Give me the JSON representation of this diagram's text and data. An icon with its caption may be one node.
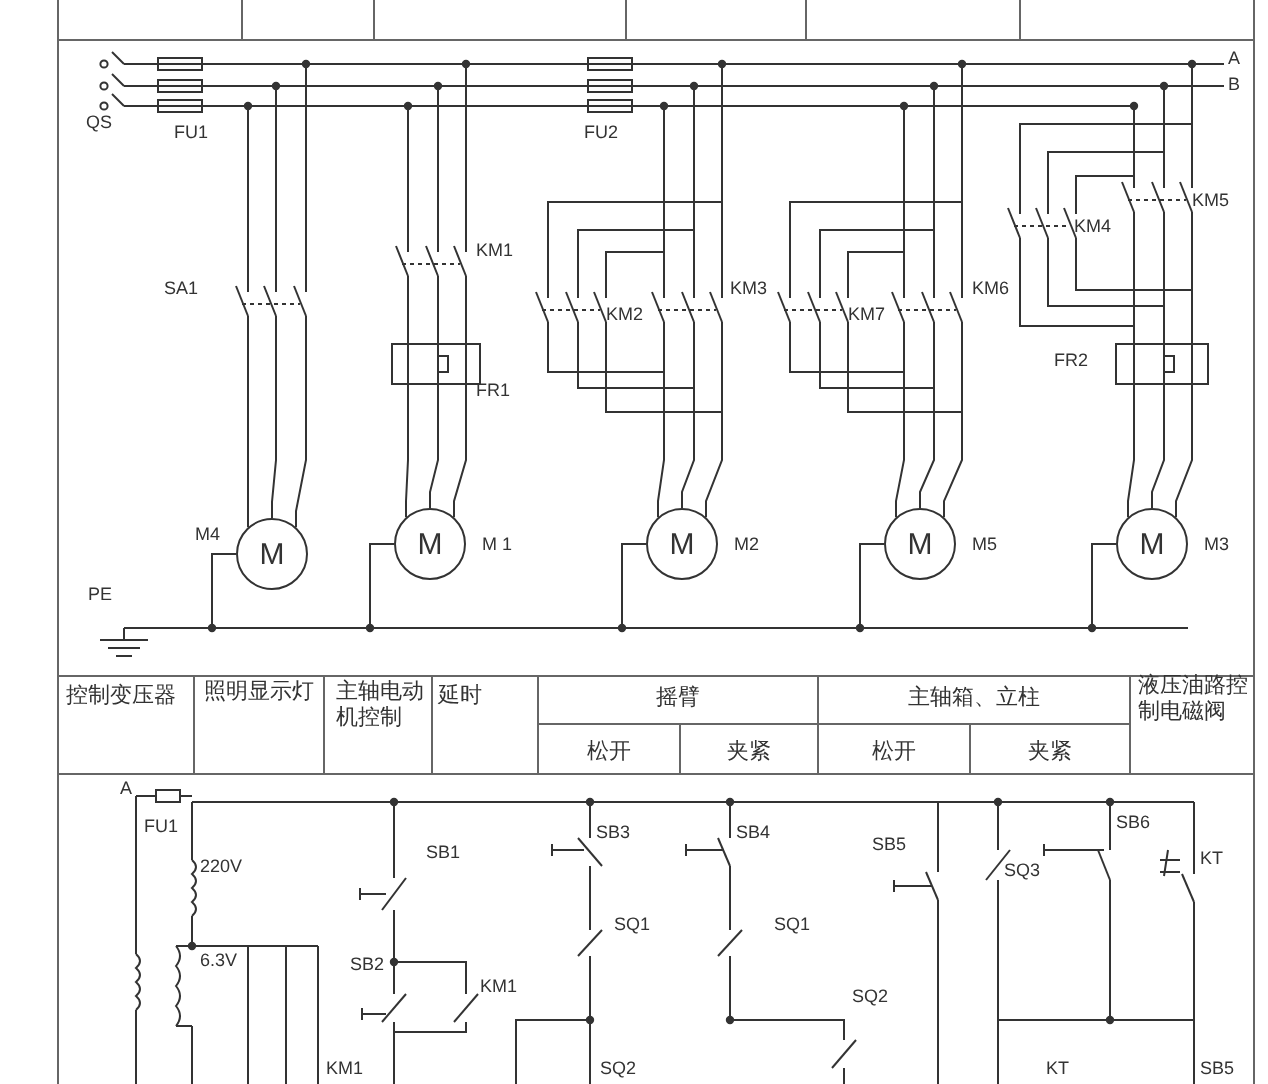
{
  "diagram": {
    "nodes": [
      {
        "text": [],
        "shape": "bar"
      },
      {
        "text": [
          "M"
        ],
        "beside": [
          "M4"
        ]
      },
      {
        "text": [
          "M"
        ],
        "beside": [
          "M 1"
        ]
      },
      {
        "text": [
          "M"
        ],
        "beside": [
          "M2"
        ]
      },
      {
        "text": [
          "M"
        ],
        "beside": [
          "M5"
        ]
      },
      {
        "text": [
          "M"
        ],
        "beside": [
          "M3"
        ]
      },
      {
        "text": [],
        "shape": "ground"
      }
    ],
    "edges": [
      {
        "from": 0,
        "to": 1,
        "arrow": "none"
      },
      {
        "from": 0,
        "to": 2,
        "arrow": "none"
      },
      {
        "from": 0,
        "to": 3,
        "arrow": "none"
      },
      {
        "from": 0,
        "to": 4,
        "arrow": "none"
      },
      {
        "from": 0,
        "to": 5,
        "arrow": "none"
      },
      {
        "from": 1,
        "to": 6,
        "arrow": "none"
      },
      {
        "from": 2,
        "to": 6,
        "arrow": "none"
      },
      {
        "from": 3,
        "to": 6,
        "arrow": "none"
      },
      {
        "from": 4,
        "to": 6,
        "arrow": "none"
      },
      {
        "from": 5,
        "to": 6,
        "arrow": "none"
      }
    ],
    "labels": [
      "A",
      "B",
      "QS",
      "FU1",
      "FU2",
      "KM5",
      "KM4",
      "KM1",
      "SA1",
      "KM3",
      "KM6",
      "KM2",
      "KM7",
      "FR2",
      "FR1",
      "PE",
      "控制变压器",
      "照明显示灯",
      "主轴电动机控制",
      "延时",
      "摇臂",
      "主轴箱、立柱",
      "液压油路控制电磁阀",
      "松开",
      "夹紧",
      "松开",
      "夹紧",
      "A",
      "FU1",
      "SB6",
      "SB3",
      "SB4",
      "SB5",
      "SB1",
      "KT",
      "220V",
      "SQ3",
      "SQ1",
      "SQ1",
      "6.3V",
      "SB2",
      "KM1",
      "SQ2",
      "KM1",
      "SQ2",
      "KT",
      "SB5"
    ]
  }
}
